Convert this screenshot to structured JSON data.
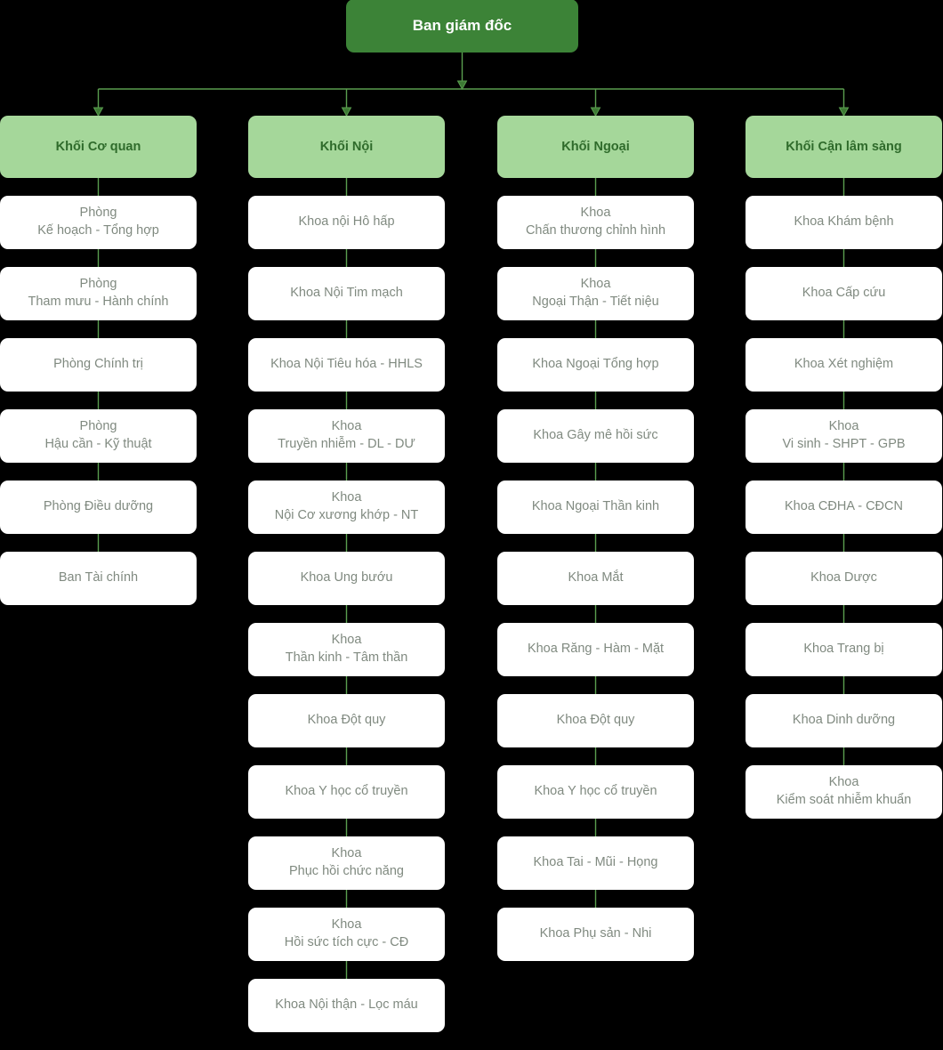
{
  "colors": {
    "background": "#000000",
    "root_fill": "#3c8337",
    "root_text": "#ffffff",
    "group_fill": "#a5d79a",
    "group_text": "#2f6b2b",
    "leaf_fill": "#ffffff",
    "leaf_text": "#808a80",
    "connector": "#5a9e4f"
  },
  "chart_data": {
    "type": "org-chart",
    "title": "Ban giám đốc",
    "orientation": "top-down",
    "levels": 3,
    "root": {
      "label": "Ban giám đốc"
    },
    "groups": [
      {
        "label": "Khối Cơ quan",
        "count": 6,
        "children": [
          "Phòng\nKế hoạch - Tổng hợp",
          "Phòng\nTham mưu - Hành chính",
          "Phòng Chính trị",
          "Phòng\nHậu cần - Kỹ thuật",
          "Phòng Điều dưỡng",
          "Ban Tài chính"
        ]
      },
      {
        "label": "Khối Nội",
        "count": 12,
        "children": [
          "Khoa nội Hô hấp",
          "Khoa Nội Tim mạch",
          "Khoa Nội Tiêu hóa - HHLS",
          "Khoa\nTruyền nhiễm - DL - DƯ",
          "Khoa\nNội Cơ xương khớp - NT",
          "Khoa Ung bướu",
          "Khoa\nThần kinh - Tâm thần",
          "Khoa Đột quy",
          "Khoa Y học cổ truyền",
          "Khoa\nPhục hồi chức năng",
          "Khoa\nHồi sức tích cực - CĐ",
          "Khoa Nội thận - Lọc máu"
        ]
      },
      {
        "label": "Khối Ngoại",
        "count": 11,
        "children": [
          "Khoa\nChấn thương chỉnh hình",
          "Khoa\nNgoại Thận - Tiết niệu",
          "Khoa Ngoại Tổng hợp",
          "Khoa Gây mê hồi sức",
          "Khoa Ngoại Thần kinh",
          "Khoa Mắt",
          "Khoa Răng - Hàm - Mặt",
          "Khoa Đột quy",
          "Khoa Y học cổ truyền",
          "Khoa Tai - Mũi - Họng",
          "Khoa Phụ sản - Nhi"
        ]
      },
      {
        "label": "Khối Cận lâm sàng",
        "count": 9,
        "children": [
          "Khoa Khám bệnh",
          "Khoa Cấp cứu",
          "Khoa Xét nghiệm",
          "Khoa\nVi sinh - SHPT - GPB",
          "Khoa CĐHA - CĐCN",
          "Khoa Dược",
          "Khoa Trang bị",
          "Khoa Dinh dưỡng",
          "Khoa\nKiểm soát nhiễm khuẩn"
        ]
      }
    ]
  }
}
